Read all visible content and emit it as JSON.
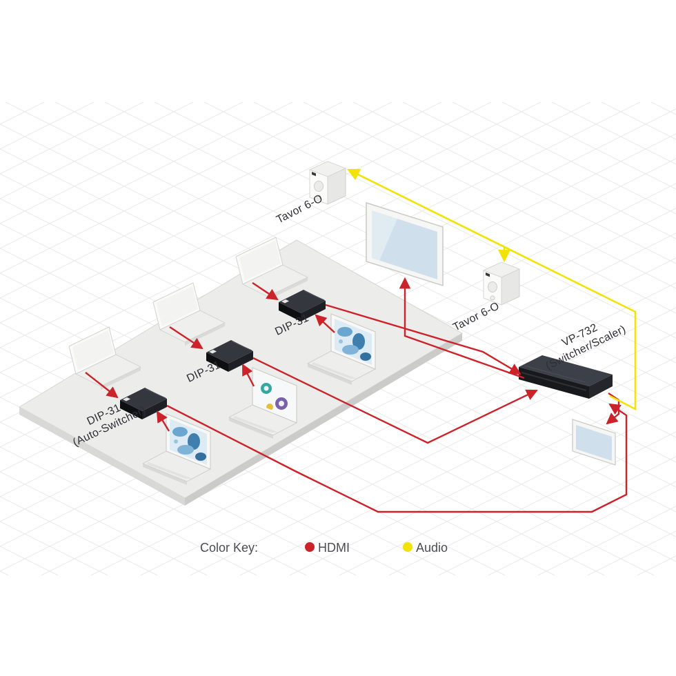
{
  "labels": {
    "dip1": "DIP-31",
    "dip2": "DIP-31",
    "dip3_line1": "DIP-31",
    "dip3_line2": "(Auto-Switcher)",
    "speaker_top": "Tavor 6-O",
    "speaker_mid": "Tavor 6-O",
    "switcher_line1": "VP-732",
    "switcher_line2": "(Switcher/Scaler)"
  },
  "legend": {
    "title": "Color Key:",
    "items": [
      {
        "label": "HDMI",
        "color": "#cc2229"
      },
      {
        "label": "Audio",
        "color": "#f2e205"
      }
    ]
  }
}
